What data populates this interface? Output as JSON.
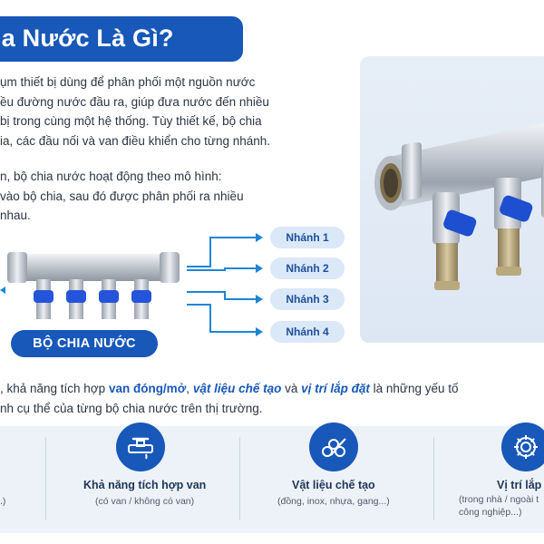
{
  "header": {
    "title": "ia Nước Là Gì?"
  },
  "intro": {
    "lines": [
      "ụm thiết bị dùng để phân phối một nguồn nước",
      "ều đường nước đầu ra, giúp đưa nước đến nhiều",
      "bị trong cùng một hệ thống. Tùy thiết kế, bộ chia",
      "ia, các đầu nối và van điều khiển cho từng nhánh."
    ]
  },
  "principle": {
    "lines": [
      "n, bộ chia nước hoạt động theo mô hình:",
      "vào bộ chia, sau đó được phân phối ra nhiều",
      "nhau."
    ]
  },
  "diagram": {
    "branches": [
      "Nhánh 1",
      "Nhánh 2",
      "Nhánh 3",
      "Nhánh 4"
    ],
    "device_label": "BỘ CHIA NƯỚC"
  },
  "factors": {
    "l1_pre": ", khả năng tích hợp ",
    "l1_b1": "van đóng/mở",
    "l1_s1": ", ",
    "l1_b2": "vật liệu chế tạo",
    "l1_s2": " và ",
    "l1_b3": "vị trí lắp đặt",
    "l1_post": " là những yếu tố",
    "l2": "nh cụ thể của từng bộ chia nước trên thị trường."
  },
  "criteria": [
    {
      "title": "",
      "sub": ".)"
    },
    {
      "title": "Khả năng tích hợp van",
      "sub": "(có van / không có van)"
    },
    {
      "title": "Vật liệu chế tạo",
      "sub": "(đồng, inox, nhựa, gang...)"
    },
    {
      "title": "Vị trí lắp",
      "sub": "(trong nhà / ngoài t",
      "sub2": "công nghiệp...)"
    }
  ],
  "colors": {
    "brand_blue": "#1758b9",
    "pill_bg": "#dbe8f8",
    "strip_bg": "#edf2f9"
  }
}
